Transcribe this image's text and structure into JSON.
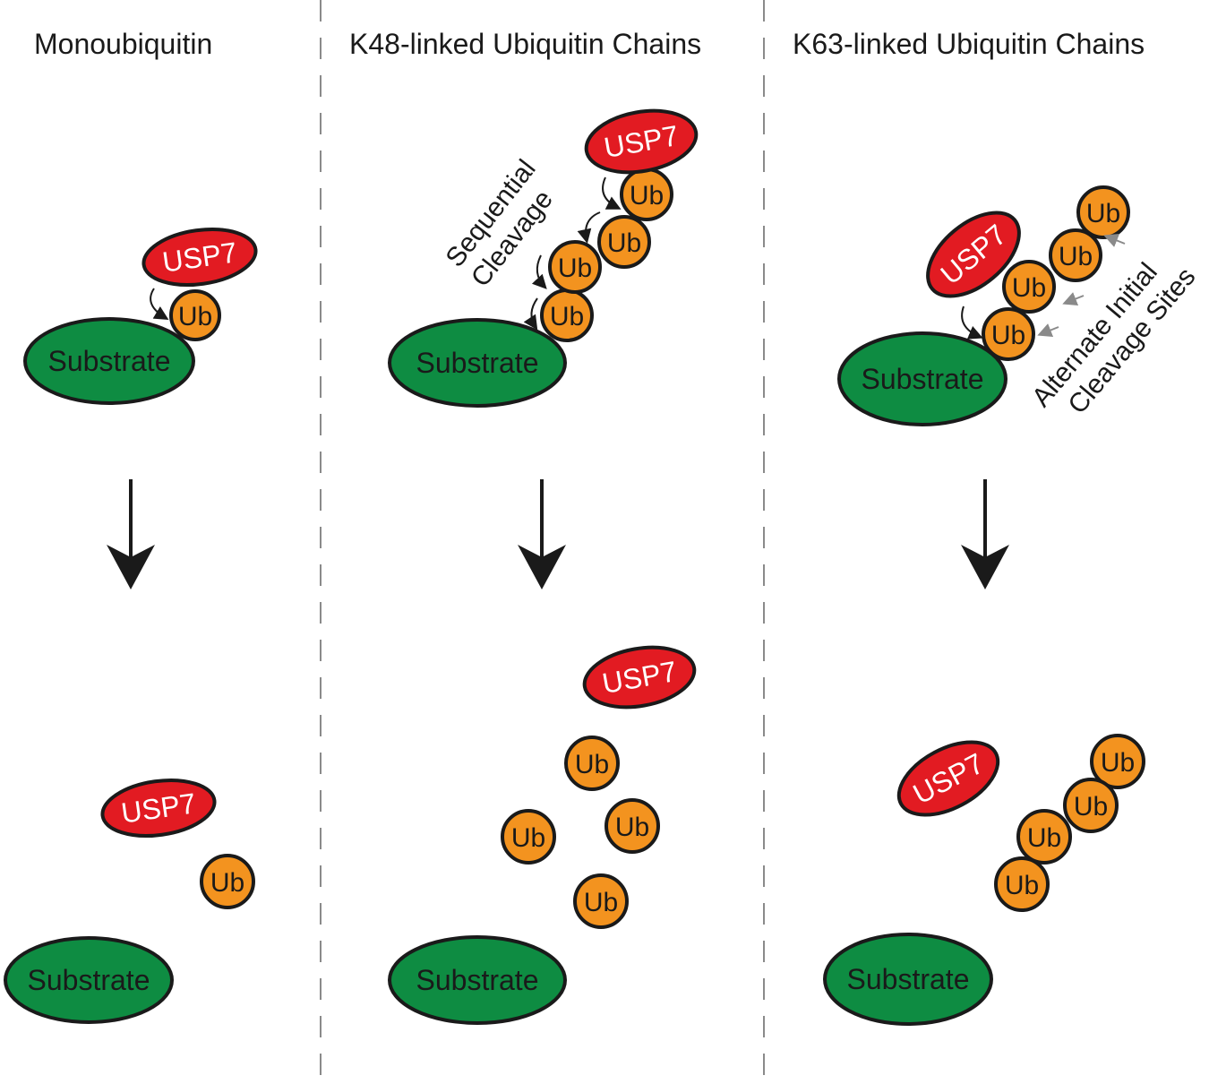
{
  "panels": [
    {
      "title": "Monoubiquitin"
    },
    {
      "title": "K48-linked Ubiquitin Chains"
    },
    {
      "title": "K63-linked Ubiquitin Chains"
    }
  ],
  "labels": {
    "substrate": "Substrate",
    "usp7": "USP7",
    "ub": "Ub"
  },
  "annotations": {
    "sequential_line1": "Sequential",
    "sequential_line2": "Cleavage",
    "alternate_line1": "Alternate Initial",
    "alternate_line2": "Cleavage Sites"
  },
  "colors": {
    "substrate": "#0e8c42",
    "usp7": "#e21b22",
    "ub": "#f3931f"
  }
}
